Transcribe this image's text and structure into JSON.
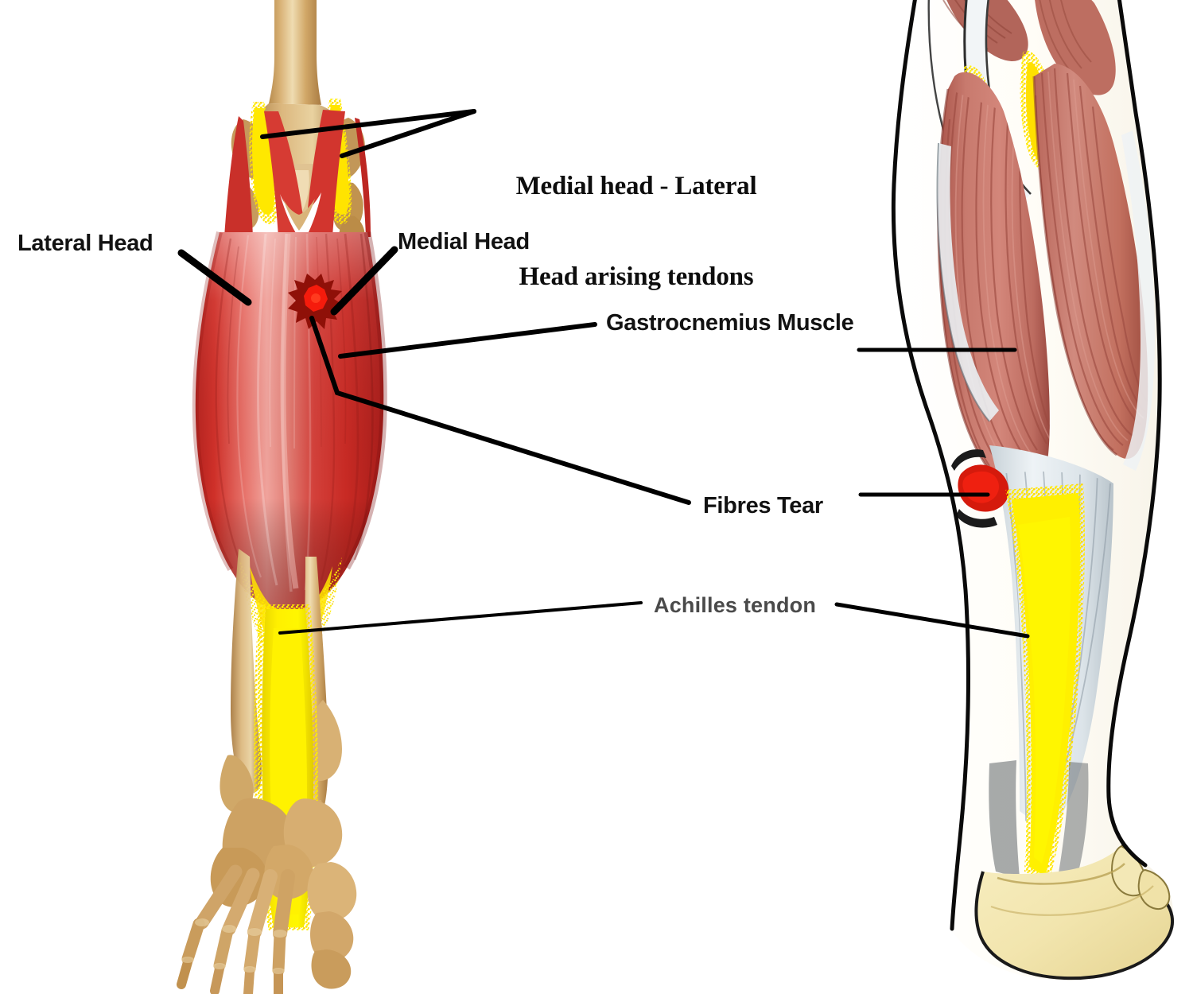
{
  "figure": {
    "title": "Gastrocnemius muscle tear anatomy diagram",
    "background_color": "#ffffff",
    "panels": [
      {
        "id": "left-panel",
        "name": "skeletal-muscle-rendering",
        "description": "3D CT-style rendering of lower limb with femur, gastrocnemius muscle, achilles tendon, tibia, fibula and foot skeleton"
      },
      {
        "id": "right-panel",
        "name": "anatomical-illustration",
        "description": "Classic posterior calf anatomy illustration with skin outline, gastrocnemius heads, aponeurosis and achilles tendon"
      }
    ]
  },
  "labels": {
    "arising_tendons": {
      "line1": "Medial head - Lateral",
      "line2": "Head arising tendons"
    },
    "lateral_head": "Lateral Head",
    "medial_head": "Medial Head",
    "gastrocnemius": "Gastrocnemius Muscle",
    "fibres_tear": "Fibres Tear",
    "achilles_tendon": "Achilles tendon"
  },
  "colors": {
    "muscle_red": "#cc2b26",
    "muscle_red_light": "#e06a63",
    "muscle_rose": "#c8796e",
    "muscle_rose_dark": "#a9544a",
    "tendon_yellow": "#ffee00",
    "bone_tan": "#cfa667",
    "bone_cream": "#f2e6b8",
    "tear_dark_red": "#8f1008",
    "tear_bright_red": "#f51b0c",
    "aponeurosis_white": "#e9eef2",
    "outline_black": "#000000",
    "label_gray": "#4a4a4a",
    "label_black": "#121212"
  },
  "annotations": [
    {
      "name": "arising-tendons-callout",
      "target": "medial and lateral head origin tendons at femoral condyles",
      "panel": "left"
    },
    {
      "name": "lateral-head-callout",
      "target": "lateral head of gastrocnemius",
      "panel": "left"
    },
    {
      "name": "medial-head-callout",
      "target": "medial head of gastrocnemius",
      "panel": "left"
    },
    {
      "name": "gastrocnemius-callout",
      "target": "gastrocnemius muscle belly",
      "panel": "both"
    },
    {
      "name": "fibres-tear-callout",
      "target": "torn muscle fibres",
      "panel": "both"
    },
    {
      "name": "achilles-tendon-callout",
      "target": "achilles tendon",
      "panel": "both"
    }
  ]
}
